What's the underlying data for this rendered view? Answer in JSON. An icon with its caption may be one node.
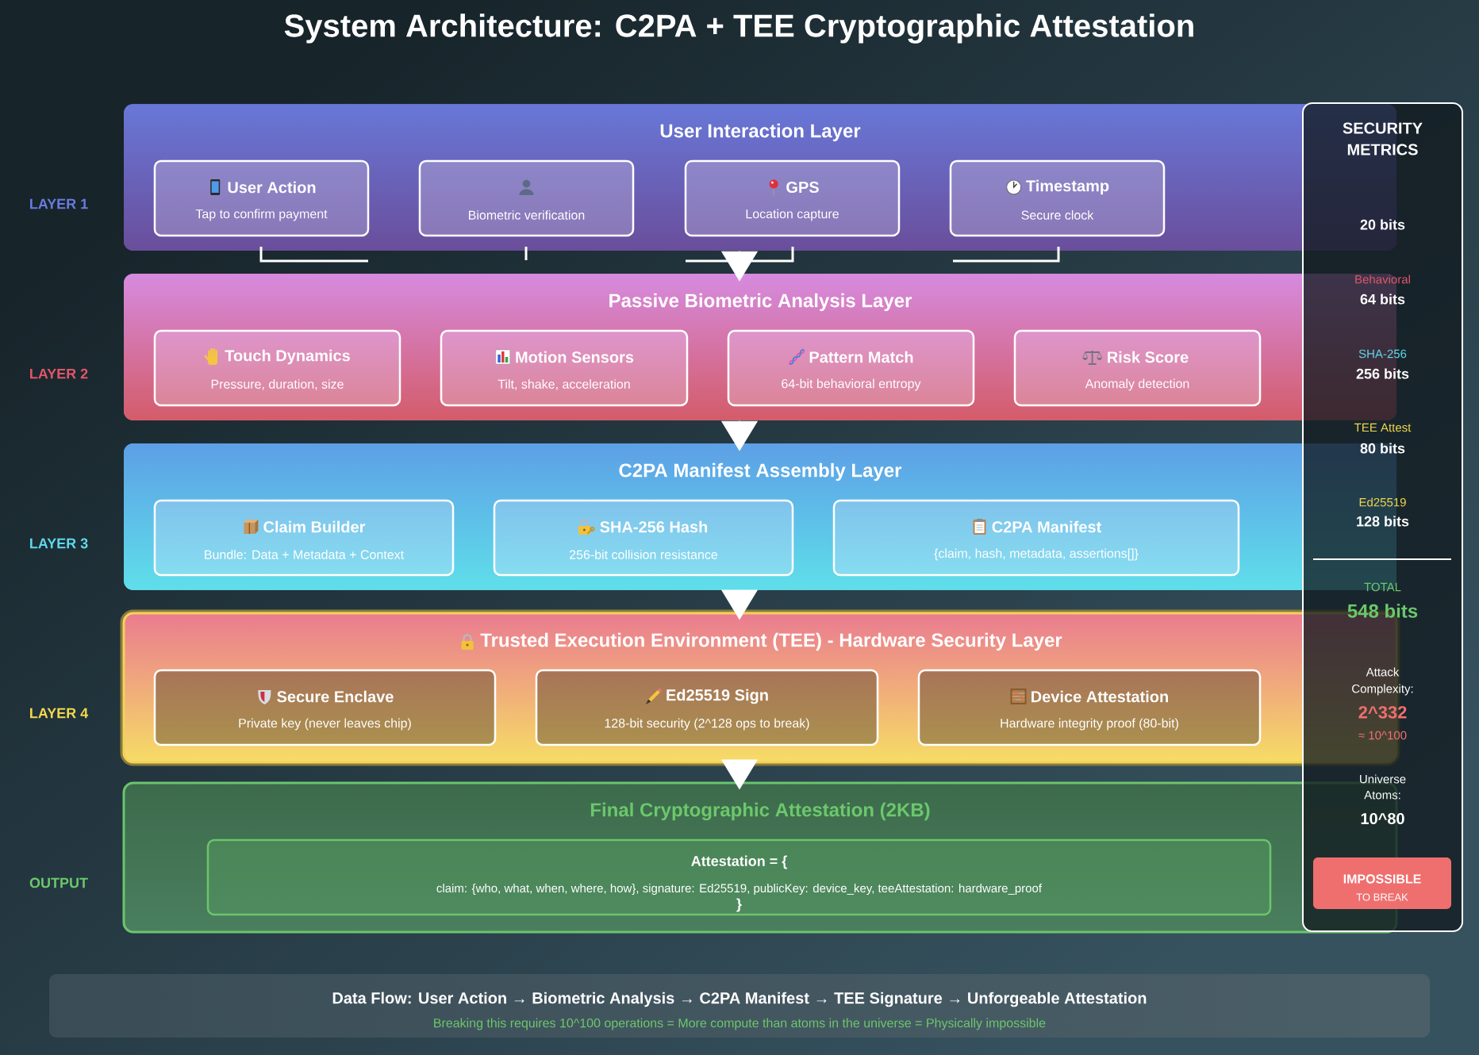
{
  "diagram": {
    "title": "System Architecture: C2PA + TEE Cryptographic Attestation",
    "nodes": [
      {
        "text": [
          "User Interaction Layer"
        ],
        "beside": [
          "LAYER 1"
        ]
      },
      {
        "text": [
          "User Action",
          "Tap to confirm payment"
        ],
        "in": 0
      },
      {
        "text": [
          "Biometric verification"
        ],
        "in": 0
      },
      {
        "text": [
          "GPS",
          "Location capture"
        ],
        "in": 0
      },
      {
        "text": [
          "Timestamp",
          "Secure clock"
        ],
        "in": 0
      },
      {
        "text": [
          "Passive Biometric Analysis Layer"
        ],
        "beside": [
          "LAYER 2"
        ]
      },
      {
        "text": [
          "Touch Dynamics",
          "Pressure, duration, size"
        ],
        "in": 5
      },
      {
        "text": [
          "Motion Sensors",
          "Tilt, shake, acceleration"
        ],
        "in": 5
      },
      {
        "text": [
          "Pattern Match",
          "64-bit behavioral entropy"
        ],
        "in": 5
      },
      {
        "text": [
          "Risk Score",
          "Anomaly detection"
        ],
        "in": 5
      },
      {
        "text": [
          "C2PA Manifest Assembly Layer"
        ],
        "beside": [
          "LAYER 3"
        ]
      },
      {
        "text": [
          "Claim Builder",
          "Bundle: Data + Metadata + Context"
        ],
        "in": 10
      },
      {
        "text": [
          "SHA-256 Hash",
          "256-bit collision resistance"
        ],
        "in": 10
      },
      {
        "text": [
          "C2PA Manifest",
          "{claim, hash, metadata, assertions[]}"
        ],
        "in": 10
      },
      {
        "text": [
          "Trusted Execution Environment (TEE) - Hardware Security Layer"
        ],
        "beside": [
          "LAYER 4"
        ]
      },
      {
        "text": [
          "Secure Enclave",
          "Private key (never leaves chip)"
        ],
        "in": 14
      },
      {
        "text": [
          "Ed25519 Sign",
          "128-bit security (2^128 ops to break)"
        ],
        "in": 14
      },
      {
        "text": [
          "Device Attestation",
          "Hardware integrity proof (80-bit)"
        ],
        "in": 14
      },
      {
        "text": [
          "Final Cryptographic Attestation (2KB)"
        ],
        "beside": [
          "OUTPUT"
        ]
      },
      {
        "text": [
          "Attestation = {",
          "claim: {who, what, when, where, how}, signature: Ed25519, publicKey: device_key, teeAttestation: hardware_proof",
          "}"
        ],
        "in": 18
      },
      {
        "text": [
          "SECURITY METRICS",
          "20 bits",
          "Behavioral",
          "64 bits",
          "SHA-256",
          "256 bits",
          "TEE Attest",
          "80 bits",
          "Ed25519",
          "128 bits",
          "TOTAL",
          "548 bits",
          "Attack Complexity:",
          "2^332",
          "≈ 10^100",
          "Universe Atoms:",
          "10^80"
        ]
      },
      {
        "text": [
          "IMPOSSIBLE",
          "TO BREAK"
        ],
        "in": 20
      },
      {
        "text": [
          "Data Flow: User Action → Biometric Analysis → C2PA Manifest → TEE Signature → Unforgeable Attestation",
          "Breaking this requires 10^100 operations = More compute than atoms in the universe = Physically impossible"
        ]
      }
    ],
    "edges": [
      {
        "from": 0,
        "to": 5,
        "arrow": "to"
      },
      {
        "from": 5,
        "to": 10,
        "arrow": "to"
      },
      {
        "from": 10,
        "to": 14,
        "arrow": "to"
      },
      {
        "from": 14,
        "to": 18,
        "arrow": "to"
      }
    ]
  }
}
